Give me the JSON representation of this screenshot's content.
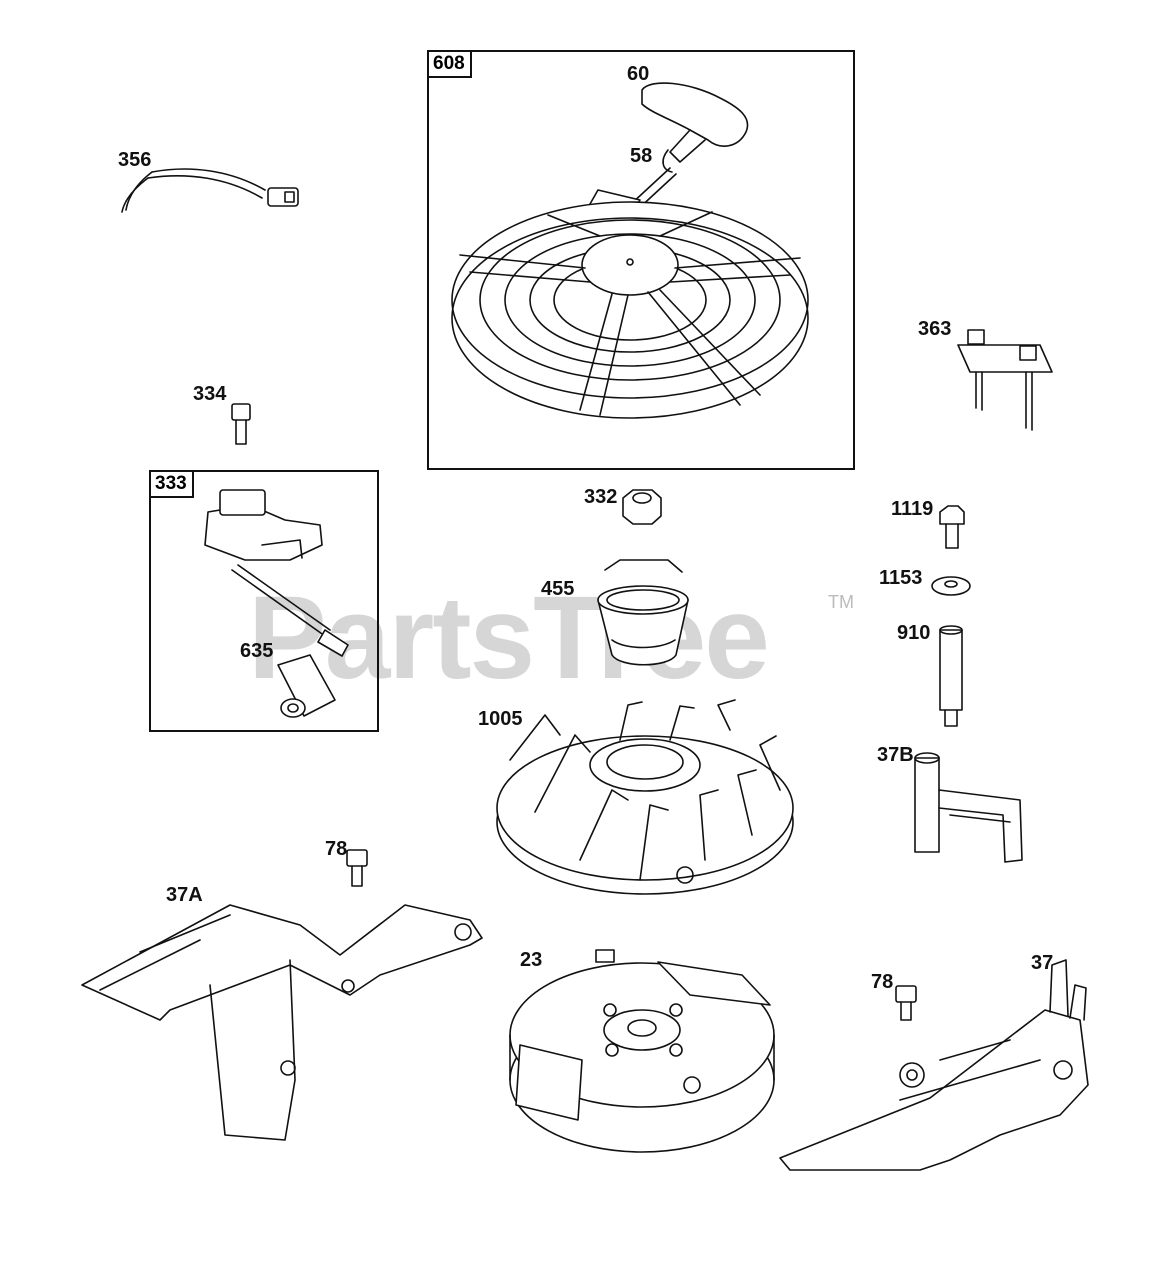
{
  "diagram": {
    "watermark": "PartsTree",
    "watermark_mark": "TM",
    "kit_boxes": [
      {
        "id": "box-608",
        "label": "608"
      },
      {
        "id": "box-333",
        "label": "333"
      }
    ],
    "callouts": [
      {
        "id": "callout-608",
        "text": "608"
      },
      {
        "id": "callout-60",
        "text": "60"
      },
      {
        "id": "callout-58",
        "text": "58"
      },
      {
        "id": "callout-356",
        "text": "356"
      },
      {
        "id": "callout-363",
        "text": "363"
      },
      {
        "id": "callout-334",
        "text": "334"
      },
      {
        "id": "callout-333",
        "text": "333"
      },
      {
        "id": "callout-332",
        "text": "332"
      },
      {
        "id": "callout-1119",
        "text": "1119"
      },
      {
        "id": "callout-455",
        "text": "455"
      },
      {
        "id": "callout-1153",
        "text": "1153"
      },
      {
        "id": "callout-635",
        "text": "635"
      },
      {
        "id": "callout-910",
        "text": "910"
      },
      {
        "id": "callout-1005",
        "text": "1005"
      },
      {
        "id": "callout-37B",
        "text": "37B"
      },
      {
        "id": "callout-78a",
        "text": "78"
      },
      {
        "id": "callout-37A",
        "text": "37A"
      },
      {
        "id": "callout-23",
        "text": "23"
      },
      {
        "id": "callout-37",
        "text": "37"
      },
      {
        "id": "callout-78b",
        "text": "78"
      }
    ]
  }
}
